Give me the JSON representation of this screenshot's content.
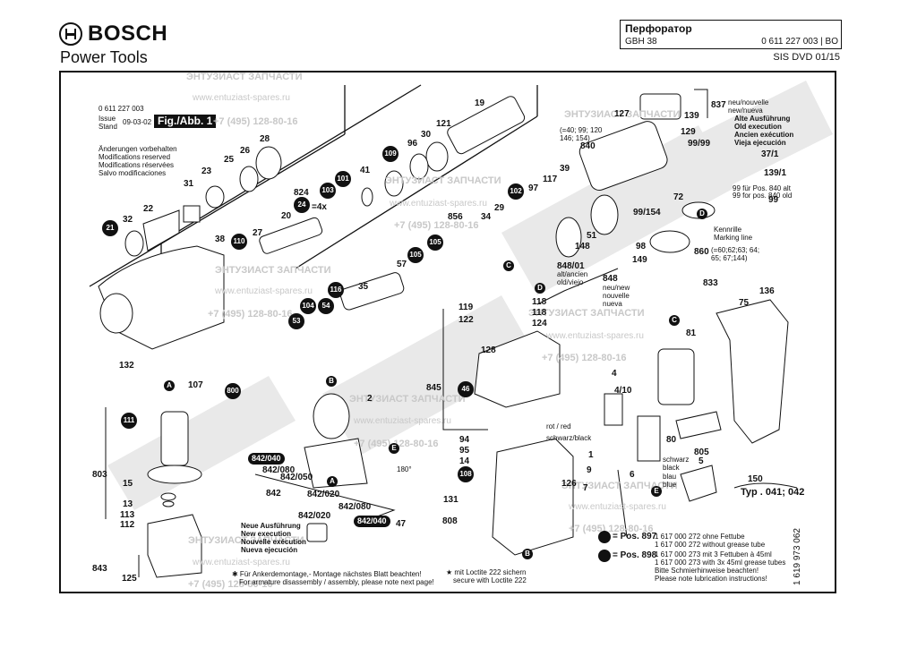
{
  "brand": {
    "name": "BOSCH",
    "tagline": "Power Tools",
    "logo_icon": "bosch-armature-logo-icon"
  },
  "title_block": {
    "title": "Перфоратор",
    "model": "GBH 38",
    "part_code": "0 611 227 003 | BO",
    "source": "SIS DVD 01/15"
  },
  "header_info": {
    "number": "0 611 227 003",
    "issue_label": "Issue",
    "stand_label": "Stand",
    "issue_date": "09-03-02",
    "figure_label": "Fig./Abb. 1",
    "changes": [
      "Änderungen vorbehalten",
      "Modifications reserved",
      "Modifications réservées",
      "Salvo modificaciones"
    ]
  },
  "watermark": {
    "name": "ЭНТУЗИАСТ ЗАПЧАСТИ",
    "url": "www.entuziast-spares.ru",
    "phone": "+7 (495) 128-80-16"
  },
  "part_numbers": [
    "19",
    "121",
    "30",
    "96",
    "109",
    "41",
    "101",
    "103",
    "824",
    "24",
    "=4x",
    "20",
    "23",
    "25",
    "26",
    "28",
    "31",
    "32",
    "22",
    "21",
    "38",
    "110",
    "27",
    "132",
    "107",
    "800",
    "53",
    "104",
    "54",
    "116",
    "35",
    "57",
    "105",
    "856",
    "34",
    "29",
    "102",
    "97",
    "117",
    "39",
    "840",
    "127",
    "129",
    "99/99",
    "139",
    "837",
    "72",
    "99/154",
    "51",
    "148",
    "98",
    "860",
    "149",
    "848",
    "848/01",
    "833",
    "136",
    "75",
    "81",
    "80",
    "4",
    "4/10",
    "119",
    "122",
    "128",
    "845",
    "46",
    "94",
    "95",
    "14",
    "108",
    "131",
    "808",
    "1",
    "9",
    "126",
    "7",
    "6",
    "805",
    "5",
    "150",
    "2",
    "111",
    "803",
    "15",
    "13",
    "113",
    "112",
    "843",
    "125",
    "842",
    "842/040",
    "842/080",
    "842/050",
    "842/020",
    "47",
    "118",
    "124",
    "37/1",
    "139/1",
    "99"
  ],
  "bubbles": [
    "21",
    "110",
    "24",
    "103",
    "101",
    "109",
    "105",
    "102",
    "116",
    "104",
    "54",
    "53",
    "800",
    "111",
    "46",
    "108"
  ],
  "letters": [
    "A",
    "B",
    "C",
    "D",
    "E"
  ],
  "annotations": {
    "p840": "(=40; 99; 120\n146; 154)",
    "p860": "(=60;62;63; 64;\n65; 67;144)",
    "new_nouvelle": "neu/nouvelle\nnew/nueva",
    "old_execution": [
      "Alte Ausführung",
      "Old execution",
      "Ancien exécution",
      "Vieja ejecución"
    ],
    "p99_alt": "99 für Pos. 840 alt",
    "p99_old": "99 for pos. 840 old",
    "marking_line": "Kennrille\nMarking line",
    "p848_01": "alt/ancien\nold/viejo",
    "p848": "neu/new\nnouvelle\nnueva",
    "rot_red": "rot / red",
    "schwarz_black": "schwarz/black",
    "schwarz_black_2": "schwarz\nblack",
    "blau_blue": "blau\nblue",
    "typ": "Typ . 041; 042",
    "new_execution": [
      "Neue Ausführung",
      "New execution",
      "Nouvelle exécution",
      "Nueva ejecución"
    ],
    "rotation": "180°",
    "armature_note": [
      "✱ Für Ankerdemontage,- Montage nächstes Blatt beachten!",
      "For armature disassembly / assembly, please note next page!"
    ],
    "loctite_note": [
      "★ mit Loctite 222 sichern",
      "secure with Loctite 222"
    ]
  },
  "legend": [
    {
      "pos": "= Pos. 897",
      "lines": [
        "1 617 000 272 ohne Fettube",
        "1 617 000 272 without grease tube"
      ]
    },
    {
      "pos": "= Pos. 898",
      "lines": [
        "1 617 000 273 mit 3 Fettuben à 45ml",
        "1 617 000 273 with 3x 45ml grease tubes",
        "Bitte Schmierhinweise beachten!",
        "Please note lubrication instructions!"
      ]
    }
  ],
  "doc_number": "1 619 973 062"
}
